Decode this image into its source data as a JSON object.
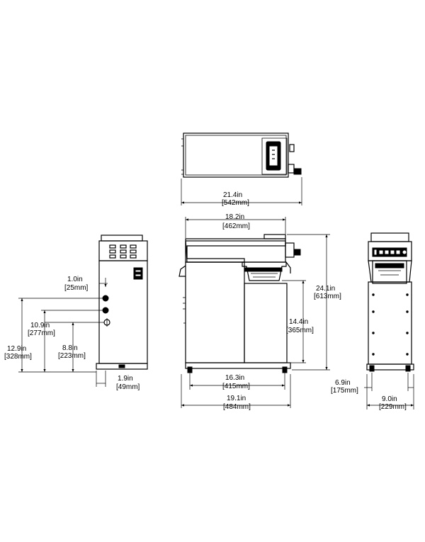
{
  "dimensions": {
    "top_width": {
      "imperial": "21.4in",
      "metric": "[542mm]"
    },
    "front_width": {
      "imperial": "18.2in",
      "metric": "[462mm]"
    },
    "height": {
      "imperial": "24.1in",
      "metric": "[613mm]"
    },
    "funnel_clearance": {
      "imperial": "14.4in",
      "metric": "[365mm]"
    },
    "feet_spacing_side": {
      "imperial": "16.3in",
      "metric": "[415mm]"
    },
    "depth": {
      "imperial": "19.1in",
      "metric": "[484mm]"
    },
    "side_offset_top": {
      "imperial": "1.0in",
      "metric": "[25mm]"
    },
    "side_connection_1": {
      "imperial": "10.9in",
      "metric": "[277mm]"
    },
    "side_connection_2": {
      "imperial": "12.9in",
      "metric": "[328mm]"
    },
    "side_connection_3": {
      "imperial": "8.8in",
      "metric": "[223mm]"
    },
    "side_offset_bottom": {
      "imperial": "1.9in",
      "metric": "[49mm]"
    },
    "front_feet_spacing": {
      "imperial": "6.9in",
      "metric": "[175mm]"
    },
    "front_width_narrow": {
      "imperial": "9.0in",
      "metric": "[229mm]"
    }
  }
}
